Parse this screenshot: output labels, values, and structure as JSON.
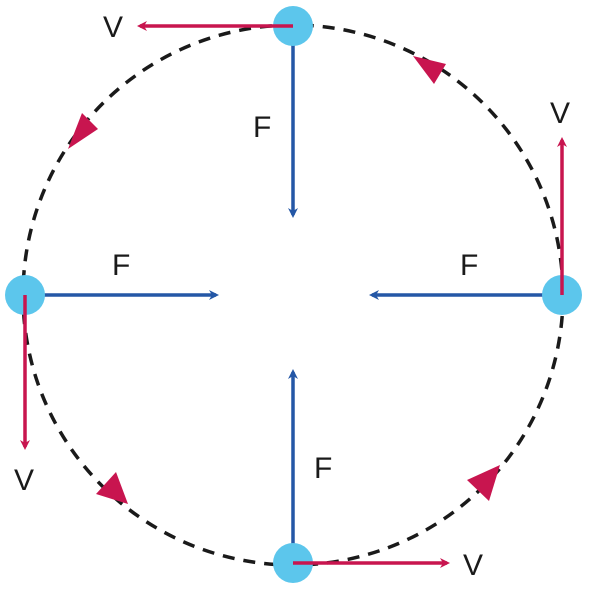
{
  "colors": {
    "orbit": "#1a1a1a",
    "body": "#5cc6ec",
    "force": "#2457a6",
    "velocity": "#c8154f",
    "background": "#ffffff"
  },
  "positions": [
    {
      "id": "top",
      "force_label": "F",
      "velocity_label": "V"
    },
    {
      "id": "right",
      "force_label": "F",
      "velocity_label": "V"
    },
    {
      "id": "bottom",
      "force_label": "F",
      "velocity_label": "V"
    },
    {
      "id": "left",
      "force_label": "F",
      "velocity_label": "V"
    }
  ]
}
